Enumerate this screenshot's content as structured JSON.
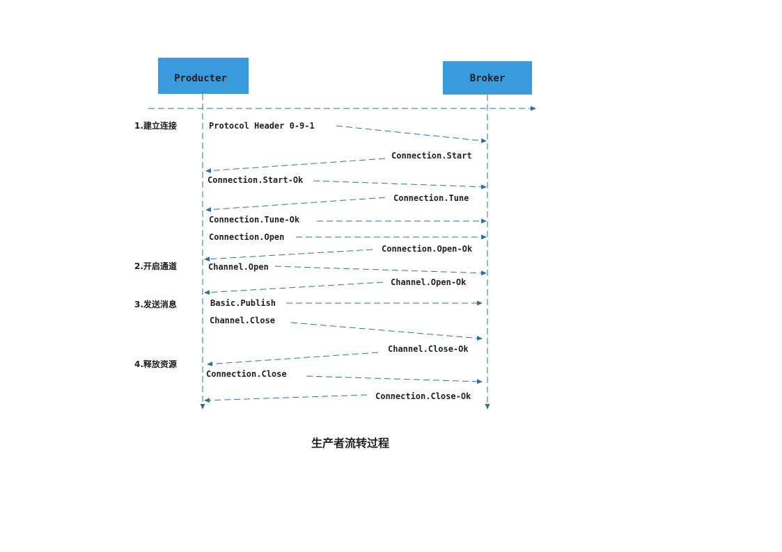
{
  "colors": {
    "box_fill": "#3a9bdc",
    "line": "#2e6f9e",
    "text": "#1f1f1f"
  },
  "participants": [
    {
      "id": "producer",
      "label": "Producter"
    },
    {
      "id": "broker",
      "label": "Broker"
    }
  ],
  "steps": [
    {
      "label": "1.建立连接"
    },
    {
      "label": "2.开启通道"
    },
    {
      "label": "3.发送消息"
    },
    {
      "label": "4.释放资源"
    }
  ],
  "messages": [
    {
      "label": "Protocol Header 0-9-1",
      "direction": "to-broker"
    },
    {
      "label": "Connection.Start",
      "direction": "to-producer"
    },
    {
      "label": "Connection.Start-Ok",
      "direction": "to-broker"
    },
    {
      "label": "Connection.Tune",
      "direction": "to-producer"
    },
    {
      "label": "Connection.Tune-Ok",
      "direction": "to-broker"
    },
    {
      "label": "Connection.Open",
      "direction": "to-broker"
    },
    {
      "label": "Connection.Open-Ok",
      "direction": "to-producer"
    },
    {
      "label": "Channel.Open",
      "direction": "to-broker"
    },
    {
      "label": "Channel.Open-Ok",
      "direction": "to-producer"
    },
    {
      "label": "Basic.Publish",
      "direction": "to-broker"
    },
    {
      "label": "Channel.Close",
      "direction": "to-broker"
    },
    {
      "label": "Channel.Close-Ok",
      "direction": "to-producer"
    },
    {
      "label": "Connection.Close",
      "direction": "to-broker"
    },
    {
      "label": "Connection.Close-Ok",
      "direction": "to-producer"
    }
  ],
  "caption": "生产者流转过程"
}
